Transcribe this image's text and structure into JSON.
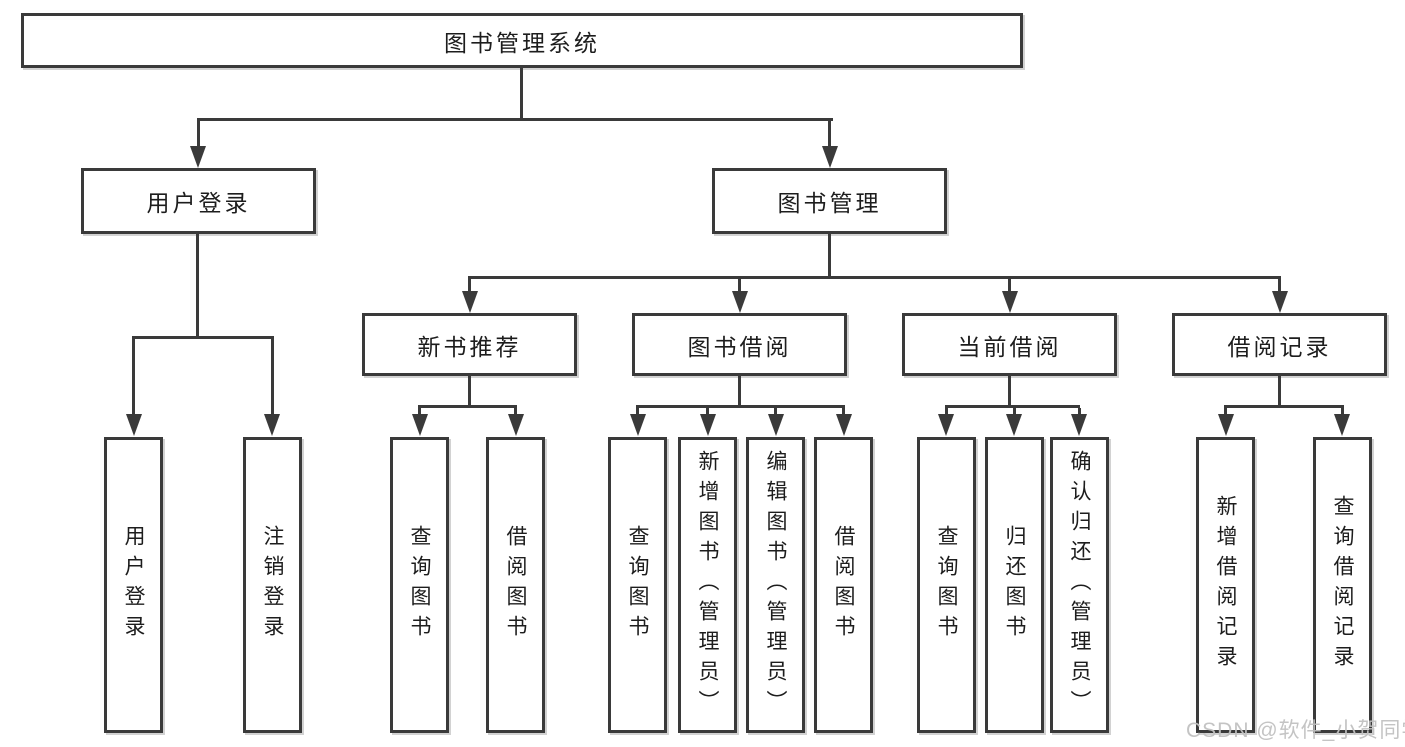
{
  "diagram": {
    "root": "图书管理系统",
    "level2": [
      {
        "label": "用户登录",
        "children": [
          "用户登录",
          "注销登录"
        ]
      },
      {
        "label": "图书管理",
        "groups": [
          {
            "label": "新书推荐",
            "children": [
              "查询图书",
              "借阅图书"
            ]
          },
          {
            "label": "图书借阅",
            "children": [
              "查询图书",
              "新增图书（管理员）",
              "编辑图书（管理员）",
              "借阅图书"
            ]
          },
          {
            "label": "当前借阅",
            "children": [
              "查询图书",
              "归还图书",
              "确认归还（管理员）"
            ]
          },
          {
            "label": "借阅记录",
            "children": [
              "新增借阅记录",
              "查询借阅记录"
            ]
          }
        ]
      }
    ]
  },
  "watermark": {
    "text": "CSDN @软件_小贺同学"
  },
  "colors": {
    "line": "#3a3a3a",
    "text": "#1d1d1d",
    "background": "#ffffff",
    "watermark": "#c1c1c1"
  }
}
